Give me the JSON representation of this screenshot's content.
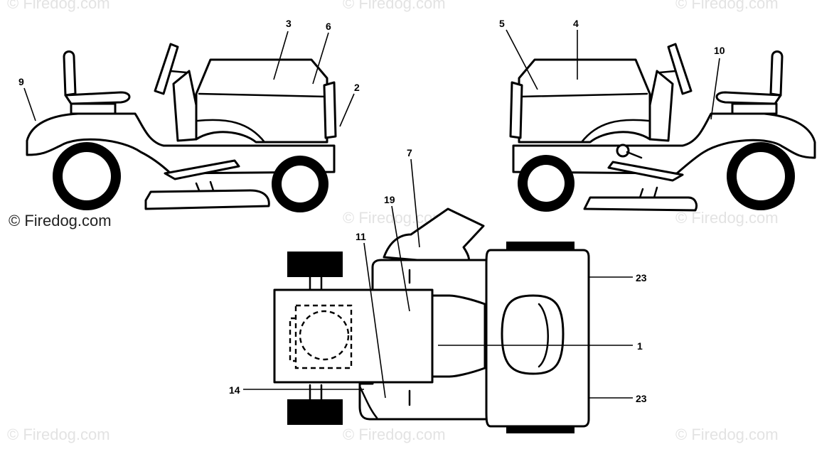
{
  "watermark": {
    "text": "© Firedog.com"
  },
  "copyright": {
    "text": "© Firedog.com"
  },
  "callouts": {
    "c1": "1",
    "c2": "2",
    "c3": "3",
    "c4": "4",
    "c5": "5",
    "c6": "6",
    "c7": "7",
    "c9": "9",
    "c10": "10",
    "c11": "11",
    "c14": "14",
    "c19": "19",
    "c23a": "23",
    "c23b": "23"
  }
}
